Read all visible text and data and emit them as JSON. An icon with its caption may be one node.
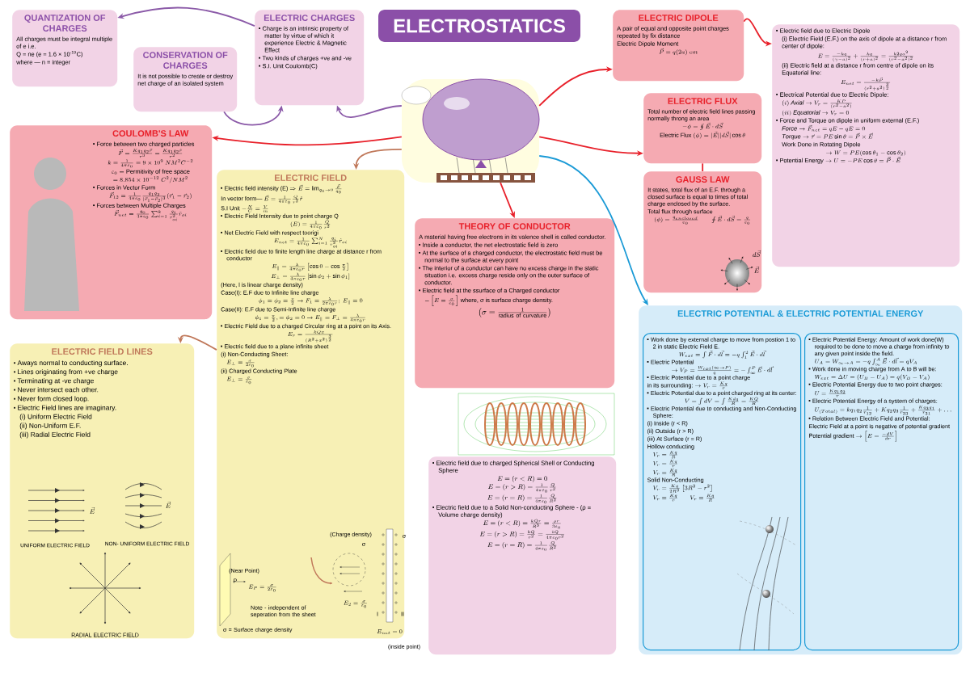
{
  "diagram": {
    "title": "ELECTROSTATICS",
    "nodes": [
      {
        "text": [
          "QUANTIZATION OF CHARGES",
          "All charges must be integral multiple of e i.e.",
          "Q = ne (e = 1.6 × 10$^{-19}$C)",
          "where — n = integer"
        ]
      },
      {
        "text": [
          "ELECTRIC CHARGES",
          "Charge is an intrinsic property of matter by virtue of which it experience Electric & Magnetic Effect",
          "Two kinds of charges +ve and -ve",
          "S.I. Unit Coulomb(C)"
        ]
      },
      {
        "text": [
          "CONSERVATION OF CHARGES",
          "It is not possible to create or destroy net charge of an isolated system"
        ]
      },
      {
        "text": [],
        "shape": "picture"
      },
      {
        "text": [
          "ELECTRIC DIPOLE",
          "A pair of equal and opposite point charges repeated by fix distance",
          "Electric Dipole Moment",
          "\\vec{P} = q(2a)\\ cm"
        ]
      },
      {
        "text": [
          "Electric field due to Electric Dipole",
          "(i) Electric Field (E.F.) on the axis of dipole at a distance r from center of dipole:",
          "E = \\frac{-kq}{(\\gamma - a)^2} + \\frac{kq}{(r+a)^2} = \\frac{k2qa^2}{(r^2 - a^2)^2}",
          "(ii) Electric field at a distance r from centre of dipole on its Equatorial line:",
          "E_{net} = \\frac{-k\\vec{P}}{(r^2 + a^2)^{\\frac{3}{2}}}",
          "Electrical Potential due to Electric Dipole:",
          "(i)\\ \\mathit{Axial} \\rightarrow V_r = \\frac{KP}{(r^2 - a^2)}",
          "(ii)\\ \\mathit{Equatorial} \\rightarrow V_r = 0",
          "Force and Torque on dipole in uniform external (E.F.)",
          "\\mathit{Force} \\rightarrow \\vec{F}_{net} = qE - qE = 0",
          "\\mathit{Torque} \\rightarrow \\vec{\\tau} = PE\\sin\\theta = \\vec{P} \\times \\vec{E}",
          "Work Done in Rotating Dipole",
          "\\rightarrow W = PE(\\cos\\theta_1 - \\cos\\theta_2)",
          "\\mathrm{Potential\\ Energy} \\rightarrow U = -PE\\cos\\theta = \\vec{P}\\cdot\\vec{E}"
        ]
      },
      {
        "text": [
          "ELECTRIC FLUX",
          "Total number of electric field lines passing normally throng an area",
          "-\\phi = \\oint \\vec{E}\\cdot d\\vec{S}",
          "\\mathrm{Electric\\ Flux}\\ (\\phi) = |\\vec{E}||d\\vec{S}|\\cos\\theta"
        ]
      },
      {
        "text": [
          "GAUSS LAW",
          "It states, total flux of an E.F. through a closed surface is equal to times of total charge enclosed by the surface.",
          "Total flux through surface",
          "(\\phi) = \\frac{q_{enclosed}}{\\varepsilon_0} \\qquad \\oint \\vec{E}\\cdot d\\vec{S} = \\frac{q}{\\varepsilon_0}"
        ]
      },
      {
        "text": [
          "COULOMB'S LAW",
          "Force between two charged particles",
          "\\vec{F} = \\frac{Kq_1q_2\\vec{r}}{r^3} = \\frac{Kq_1q_2\\hat{r}}{r^2}",
          "k = \\frac{1}{4\\pi\\varepsilon_0} = 9\\times 10^9\\ NM^2C^{-2}",
          "\\varepsilon_0 = \\mathrm{Permitivity\\ of\\ free\\ space}",
          "= 8.854\\times 10^{-12}\\ C^2/NM^2",
          "Forces in Vector Form",
          "\\vec{F}_{12} = \\frac{1}{4\\pi\\varepsilon_0}\\frac{q_1q_2}{|\\vec{r}_1 - \\vec{r}_2|^3}(\\vec{r}_1 - \\vec{r}_2)",
          "Forces between Multiple Charges",
          "\\vec{F}_{net} = \\frac{q_0}{4\\pi\\varepsilon_0}\\sum_{i=1}^{k}\\frac{q_i}{r_{oi}^2}\\hat{r}_{oi}"
        ]
      },
      {
        "text": [
          "ELECTRIC FIELD",
          "Electric field intensity (E)",
          "\\Rightarrow \\vec{E} = \\lim_{q_0 \\to 0} \\frac{\\vec{F}}{q_0}",
          "In vector form—",
          "\\vec{E} = \\frac{1}{4\\pi\\varepsilon_0}\\frac{Q}{r^2}\\hat{r}",
          "S.I Unit",
          "-\\frac{N}{C} = \\frac{V}{m}",
          "Electric Field Intensity due to point charge Q",
          "(E) = \\frac{1}{4\\pi\\varepsilon_0}\\frac{Q}{r^2}",
          "Net Electric Field with respect toorigi",
          "E_{net} = \\frac{1}{4\\pi\\varepsilon_0}\\sum_{i=1}^{N}\\frac{q_i}{r_{oi}^2}\\hat{r}_{oi}",
          "Electric field due to finite length line charge at distance r from conductor",
          "E_{\\parallel} = \\frac{\\lambda}{4\\pi\\varepsilon_0 r}\\left[\\cos 0 - \\cos\\frac{\\pi}{2}\\right]",
          "E_{\\perp} = \\frac{\\lambda}{4\\pi\\varepsilon_0 r}\\left[\\sin\\phi_2 + \\sin\\phi_1\\right]",
          "(Here, l is linear charge density)",
          "Case(I): E.F due to Infinite line charge",
          "\\phi_1 = \\phi_2 = \\frac{\\pi}{2} \\rightarrow F_1 = \\frac{\\lambda}{2\\pi\\varepsilon_0 r};\\ E_{\\parallel} = 0",
          "Case(II): E.F due to Semi-Infinite line charge",
          "\\phi_1 = \\frac{\\pi}{2}, = \\phi_2 = 0 \\rightarrow E_{\\parallel} = F_{\\perp} = \\frac{\\lambda}{4\\pi\\varepsilon_0 r}",
          "Electric Field due to a charged Circular ring at a point on its Axis.",
          "E_r = \\frac{kQx}{(R^2 + x^2)^{\\frac{3}{2}}}",
          "Electric field due to a plane infinite sheet",
          "(i) Non-Conducting Sheet:",
          "E_{\\perp} = \\frac{\\sigma}{2\\varepsilon_0}",
          "(ii) Charged Conducting Plate",
          "E_{\\perp} = \\frac{\\sigma}{\\varepsilon_0}"
        ]
      },
      {
        "text": [
          "ELECTRIC FIELD LINES",
          "Aways normal to conducting surface.",
          "Lines originating from +ve charge",
          "Terminating at -ve charge",
          "Never intersect each other.",
          "Never form closed loop.",
          "Electric Field lines are imaginary.",
          "(i) Uniform Electric Field",
          "(ii) Non-Uniform E.F.",
          "(iii) Radial Electric Field"
        ]
      },
      {
        "text": [
          "THEORY OF CONDUCTOR",
          "A material having free electrons in its valence shell is called conductor.",
          "Inside a conductor, the net electrostatic field is zero",
          "At the surface of a charged conductor, the electrostatic field must be normal to the surface at every point",
          "The interior of a conductor can have no excess charge in the static situation i.e. excess charge reside only on the outer surface of conductor.",
          "Electric field at the ssurface of a Charged conductor",
          "-\\left[E = \\frac{\\sigma}{\\varepsilon_0}\\right]",
          "where, σ is surface charge density.",
          "\\left(\\sigma = \\frac{1}{\\mathrm{radius\\ of\\ curvature}}\\right)"
        ]
      },
      {
        "text": [
          "Electric field due to charged Spherical Shell or Conducting Sphere",
          "E = (r < R) = 0",
          "E = (r > R) = \\frac{1}{4\\pi\\varepsilon_0}\\frac{Q}{r^2}",
          "E = (r = R) = \\frac{1}{4\\pi\\varepsilon_0}\\frac{Q}{R^2}",
          "Electric field due to a Solid Non-conducting Sphere - (ρ = Volume charge density)",
          "E = (r < R) = \\frac{kQr}{R^3} = \\frac{\\rho r}{3\\varepsilon_0}",
          "E = (r > R) = \\frac{kQ}{r^2} = \\frac{1Q}{4\\pi\\varepsilon_0 r^2}",
          "E = (r = R) = \\frac{1}{4\\pi\\varepsilon_0}\\frac{Q}{R^2}"
        ]
      },
      {
        "text": [
          "ELECTRIC POTENTIAL & ELECTRIC POTENTIAL ENERGY"
        ]
      },
      {
        "text": [
          "Work done by external charge to move from postion 1 to 2 in static Electric Field E.",
          "W_{ext} = \\int \\vec{F}\\cdot d\\vec{l} = -q\\int_1^2 \\vec{E}\\cdot d\\vec{l}",
          "Electric Potential",
          "\\rightarrow V_P = \\frac{W_{ext}(\\infty \\rightarrow P)}{q} = -\\int_\\infty^P \\vec{E}\\cdot d\\vec{l}",
          "Electric Potential due to a point charge",
          "in its surrounding:",
          "\\rightarrow V_r = \\frac{Kq}{r}",
          "Electric Potential due to a point charged ring at its center:",
          "V = \\int dV = \\int \\frac{Kdq}{R} = \\frac{KQ}{R}",
          "Electric Potential due to conducting and Non-Conducting Sphere:",
          "(i) Inside (r < R)",
          "(ii) Outside (r > R)",
          "(iii) At Surface (r = R)",
          "Hollow conducting",
          "V_r = \\frac{Kq}{R}",
          "V_r = \\frac{Kq}{r}",
          "V_r = \\frac{Kq}{R}",
          "Solid Non-Conducting",
          "V_r = \\frac{Kq}{2R^3}\\left[3R^2 - r^2\\right]",
          "V_r = \\frac{Kq}{r} \\qquad V_r = \\frac{Kq}{R}"
        ],
        "in": 13
      },
      {
        "text": [
          "Electric Potential Energy: Amount of work done(W) required to be done to move a charge from infinity to any given point inside the field.",
          "U_A = W_{\\infty \\rightarrow A} = -q\\int_\\infty^A \\vec{E}\\cdot d\\vec{l} = qV_A",
          "Work done in moving charge from A to B will be:",
          "W_{ext} = \\Delta U = (U_B - U_A) = q(V_B - V_A)",
          "Electric Potential Energy due to two point charges:",
          "U = \\frac{Kq_1q_2}{r}",
          "Electric Potential Energy of a system of charges:",
          "U_{(Total)} = kq_1q_2\\frac{1}{r_{12}} + Kq_2q_3\\frac{1}{r_{23}} + \\frac{Kq_3q_1}{r_{31}} + \\dots",
          "Relation Between Electric Field and Potential:",
          "Electric Field at a point is negative of potential gradient",
          "Potential gradient",
          "\\rightarrow \\left[E = \\frac{-dV}{dr}\\right]"
        ],
        "in": 13
      }
    ],
    "edges": [
      {
        "from": 3,
        "to": 1,
        "arrow": "to",
        "color": "#8b5aa8"
      },
      {
        "from": 1,
        "to": 0,
        "arrow": "to",
        "color": "#8b5aa8"
      },
      {
        "from": 2,
        "to": 1,
        "arrow": "to",
        "color": "#8b5aa8"
      },
      {
        "from": 3,
        "to": 8,
        "arrow": "to"
      },
      {
        "from": 3,
        "to": 9,
        "arrow": "to",
        "color": "#c0785a"
      },
      {
        "from": 9,
        "to": 10,
        "arrow": "to",
        "color": "#c0785a"
      },
      {
        "from": 3,
        "to": 4,
        "arrow": "to"
      },
      {
        "from": 4,
        "to": 5,
        "arrow": "to"
      },
      {
        "from": 3,
        "to": 6,
        "arrow": "to"
      },
      {
        "from": 6,
        "to": 7,
        "arrow": "none"
      },
      {
        "from": 3,
        "to": 11,
        "arrow": "to"
      },
      {
        "from": 3,
        "to": 13,
        "arrow": "to",
        "color": "#1a9ad6"
      }
    ],
    "labels": [
      "\\vec{E}",
      "\\vec{E}",
      "UNIFORM ELECTRIC FIELD",
      "NON- UNIFORM ELECTRIC FIELD",
      "RADIAL ELECTRIC FIELD",
      "(Near Point)",
      "P",
      "E_P = \\frac{\\sigma}{2\\varepsilon_0}",
      "Note - independent of seperation from the sheet",
      "σ = Surface charge density",
      "(Charge density)",
      "σ",
      "σ",
      "E_2 = \\frac{\\sigma}{\\varepsilon_0}",
      "I",
      "II",
      "E_{net} = 0",
      "(inside point)",
      "d\\vec{S}",
      "\\vec{E}"
    ]
  }
}
